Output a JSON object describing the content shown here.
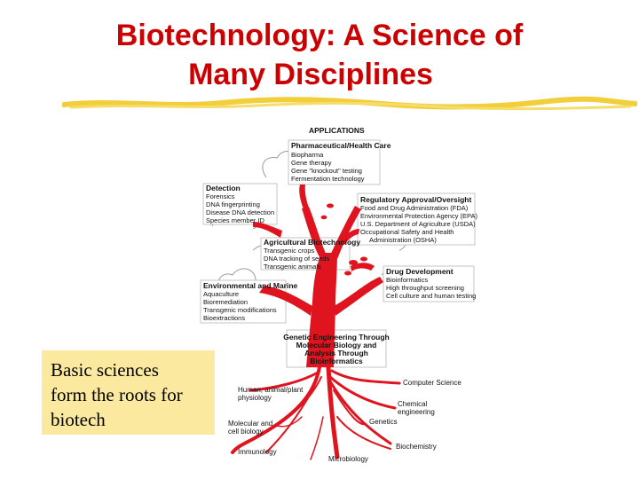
{
  "title": {
    "line1": "Biotechnology: A Science of",
    "line2": "Many Disciplines"
  },
  "callout": {
    "line1": "Basic sciences",
    "line2": "form the roots for",
    "line3": "biotech"
  },
  "diagram": {
    "header": "APPLICATIONS",
    "pharma": {
      "heading": "Pharmaceutical/Health Care",
      "items": [
        "Biopharma",
        "Gene therapy",
        "Gene \"knockout\" testing",
        "Fermentation technology"
      ]
    },
    "detection": {
      "heading": "Detection",
      "items": [
        "Forensics",
        "DNA fingerprinting",
        "Disease DNA detection",
        "Species member ID"
      ]
    },
    "regulatory": {
      "heading": "Regulatory Approval/Oversight",
      "items": [
        "Food and Drug Administration (FDA)",
        "Environmental Protection Agency (EPA)",
        "U.S. Department of Agriculture (USDA)",
        "Occupational Safety and Health",
        "Administration (OSHA)"
      ]
    },
    "agricultural": {
      "heading": "Agricultural Biotechnology",
      "items": [
        "Transgenic crops",
        "DNA tracking of seeds",
        "Transgenic animals"
      ]
    },
    "drug": {
      "heading": "Drug Development",
      "items": [
        "Bioinformatics",
        "High throughput screening",
        "Cell culture and human testing"
      ]
    },
    "environmental": {
      "heading": "Environmental and Marine",
      "items": [
        "Aquaculture",
        "Bioremediation",
        "Transgenic modifications",
        "Bioextractions"
      ]
    },
    "trunk": {
      "line1": "Genetic Engineering Through",
      "line2": "Molecular Biology and",
      "line3": "Analysis Through",
      "line4": "Bioinformatics"
    },
    "roots": {
      "human_physiology_1": "Human, animal/plant",
      "human_physiology_2": "physiology",
      "computer_science": "Computer Science",
      "chemical_engineering_1": "Chemical",
      "chemical_engineering_2": "engineering",
      "molecular_cell_1": "Molecular and",
      "molecular_cell_2": "cell biology",
      "genetics": "Genetics",
      "biochemistry": "Biochemistry",
      "immunology": "Immunology",
      "microbiology": "Microbiology"
    }
  },
  "colors": {
    "title": "#cc0000",
    "tree": "#e0141e",
    "underline": "#f2cf3a",
    "callout_bg": "#fbe9a0"
  }
}
